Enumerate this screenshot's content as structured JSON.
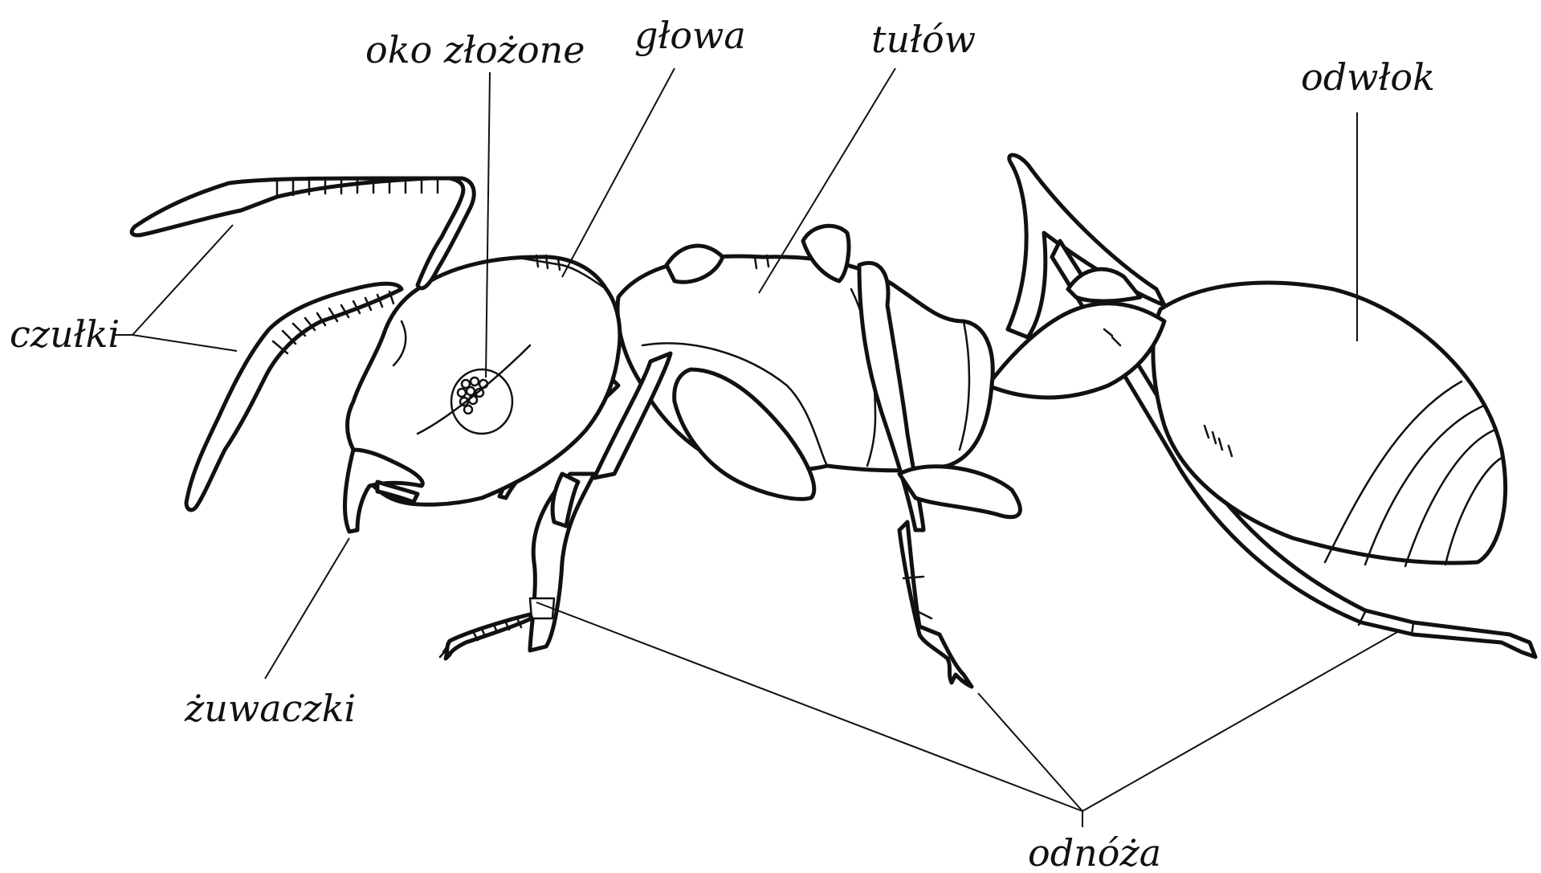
{
  "labels": {
    "compound_eye": "oko złożone",
    "head": "głowa",
    "thorax": "tułów",
    "abdomen": "odwłok",
    "antennae": "czułki",
    "mandibles": "żuwaczki",
    "legs": "odnóża"
  },
  "colors": {
    "line": "#111111",
    "background": "#ffffff"
  }
}
